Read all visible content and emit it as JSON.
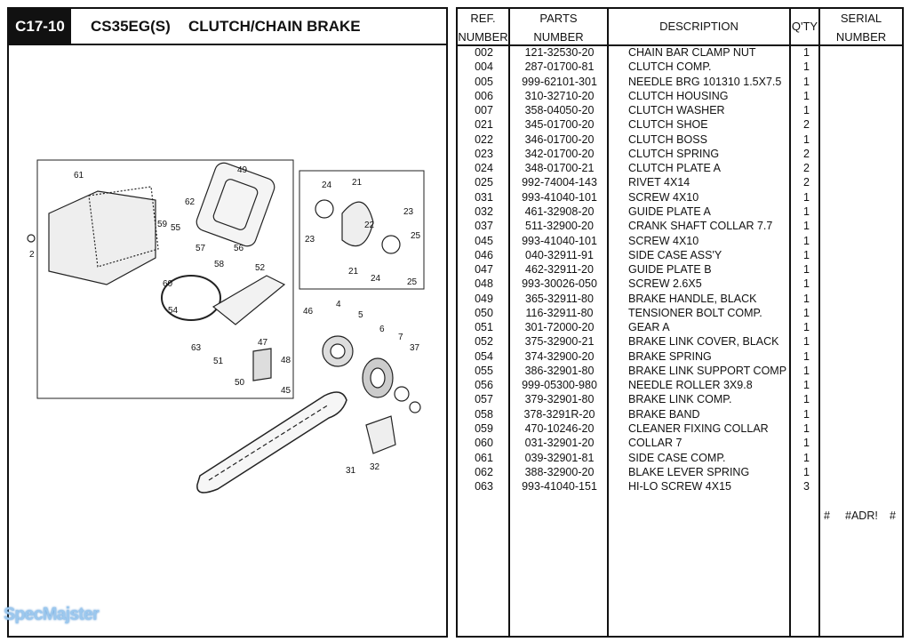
{
  "header": {
    "code": "C17-10",
    "model": "CS35EG(S)",
    "title": "CLUTCH/CHAIN BRAKE"
  },
  "table": {
    "headers": {
      "ref_1": "REF.",
      "ref_2": "NUMBER",
      "parts_1": "PARTS",
      "parts_2": "NUMBER",
      "description": "DESCRIPTION",
      "qty": "Q'TY",
      "serial_1": "SERIAL",
      "serial_2": "NUMBER"
    },
    "rows": [
      {
        "ref": "002",
        "part": "121-32530-20",
        "desc": "CHAIN BAR CLAMP NUT",
        "qty": "1"
      },
      {
        "ref": "004",
        "part": "287-01700-81",
        "desc": "CLUTCH COMP.",
        "qty": "1"
      },
      {
        "ref": "005",
        "part": "999-62101-301",
        "desc": "NEEDLE BRG 101310 1.5X7.5",
        "qty": "1"
      },
      {
        "ref": "006",
        "part": "310-32710-20",
        "desc": "CLUTCH HOUSING",
        "qty": "1"
      },
      {
        "ref": "007",
        "part": "358-04050-20",
        "desc": "CLUTCH WASHER",
        "qty": "1"
      },
      {
        "ref": "021",
        "part": "345-01700-20",
        "desc": "CLUTCH SHOE",
        "qty": "2"
      },
      {
        "ref": "022",
        "part": "346-01700-20",
        "desc": "CLUTCH BOSS",
        "qty": "1"
      },
      {
        "ref": "023",
        "part": "342-01700-20",
        "desc": "CLUTCH SPRING",
        "qty": "2"
      },
      {
        "ref": "024",
        "part": "348-01700-21",
        "desc": "CLUTCH PLATE A",
        "qty": "2"
      },
      {
        "ref": "025",
        "part": "992-74004-143",
        "desc": "RIVET 4X14",
        "qty": "2"
      },
      {
        "ref": "031",
        "part": "993-41040-101",
        "desc": "SCREW 4X10",
        "qty": "1"
      },
      {
        "ref": "032",
        "part": "461-32908-20",
        "desc": "GUIDE PLATE A",
        "qty": "1"
      },
      {
        "ref": "037",
        "part": "511-32900-20",
        "desc": "CRANK SHAFT COLLAR 7.7",
        "qty": "1"
      },
      {
        "ref": "045",
        "part": "993-41040-101",
        "desc": "SCREW 4X10",
        "qty": "1"
      },
      {
        "ref": "046",
        "part": "040-32911-91",
        "desc": "SIDE CASE ASS'Y",
        "qty": "1"
      },
      {
        "ref": "047",
        "part": "462-32911-20",
        "desc": "GUIDE PLATE B",
        "qty": "1"
      },
      {
        "ref": "048",
        "part": "993-30026-050",
        "desc": "SCREW 2.6X5",
        "qty": "1"
      },
      {
        "ref": "049",
        "part": "365-32911-80",
        "desc": "BRAKE HANDLE, BLACK",
        "qty": "1"
      },
      {
        "ref": "050",
        "part": "116-32911-80",
        "desc": "TENSIONER BOLT COMP.",
        "qty": "1"
      },
      {
        "ref": "051",
        "part": "301-72000-20",
        "desc": "GEAR A",
        "qty": "1"
      },
      {
        "ref": "052",
        "part": "375-32900-21",
        "desc": "BRAKE LINK COVER, BLACK",
        "qty": "1"
      },
      {
        "ref": "054",
        "part": "374-32900-20",
        "desc": "BRAKE SPRING",
        "qty": "1"
      },
      {
        "ref": "055",
        "part": "386-32901-80",
        "desc": "BRAKE LINK SUPPORT COMP",
        "qty": "1"
      },
      {
        "ref": "056",
        "part": "999-05300-980",
        "desc": "NEEDLE ROLLER 3X9.8",
        "qty": "1"
      },
      {
        "ref": "057",
        "part": "379-32901-80",
        "desc": "BRAKE LINK COMP.",
        "qty": "1"
      },
      {
        "ref": "058",
        "part": "378-3291R-20",
        "desc": "BRAKE BAND",
        "qty": "1"
      },
      {
        "ref": "059",
        "part": "470-10246-20",
        "desc": "CLEANER FIXING COLLAR",
        "qty": "1"
      },
      {
        "ref": "060",
        "part": "031-32901-20",
        "desc": "COLLAR 7",
        "qty": "1"
      },
      {
        "ref": "061",
        "part": "039-32901-81",
        "desc": "SIDE CASE COMP.",
        "qty": "1"
      },
      {
        "ref": "062",
        "part": "388-32900-20",
        "desc": "BLAKE LEVER SPRING",
        "qty": "1"
      },
      {
        "ref": "063",
        "part": "993-41040-151",
        "desc": "HI-LO SCREW 4X15",
        "qty": "3"
      }
    ],
    "error_row": {
      "a": "#",
      "b": "#ADR!",
      "c": "#"
    }
  },
  "diagram": {
    "callouts": [
      "61",
      "49",
      "62",
      "2",
      "59",
      "55",
      "57",
      "56",
      "58",
      "52",
      "60",
      "54",
      "46",
      "63",
      "47",
      "51",
      "48",
      "50",
      "45",
      "24",
      "21",
      "22",
      "23",
      "23",
      "25",
      "21",
      "24",
      "25",
      "4",
      "5",
      "6",
      "7",
      "37",
      "31",
      "32"
    ]
  },
  "watermark": "SpecMajster"
}
